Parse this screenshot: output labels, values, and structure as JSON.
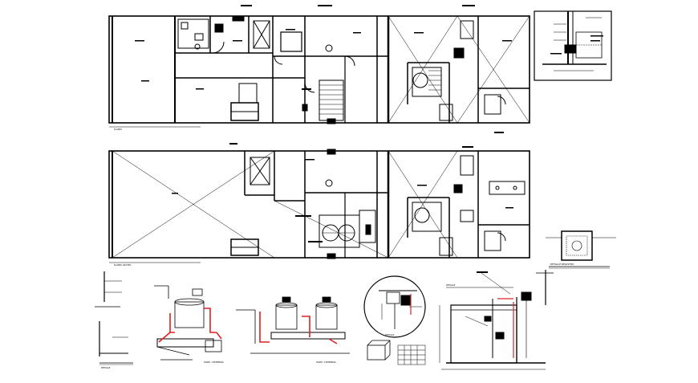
{
  "drawing": {
    "accent_red": "#e02020",
    "line_color": "#000000",
    "detail_title": "DETALLE REGISTRO",
    "detail_subtitle": "DETALLE REGISTRO",
    "schedule_title": "DETALLE",
    "elevation_title_1": "ISOM. CISTERNA",
    "elevation_title_2": "ISOM. CISTERNA",
    "plan_title_1": "PLANTA",
    "plan_title_2": "PLANTA AZOTEA",
    "riser_title": "DETALLE",
    "section_title": "DETALLE"
  }
}
